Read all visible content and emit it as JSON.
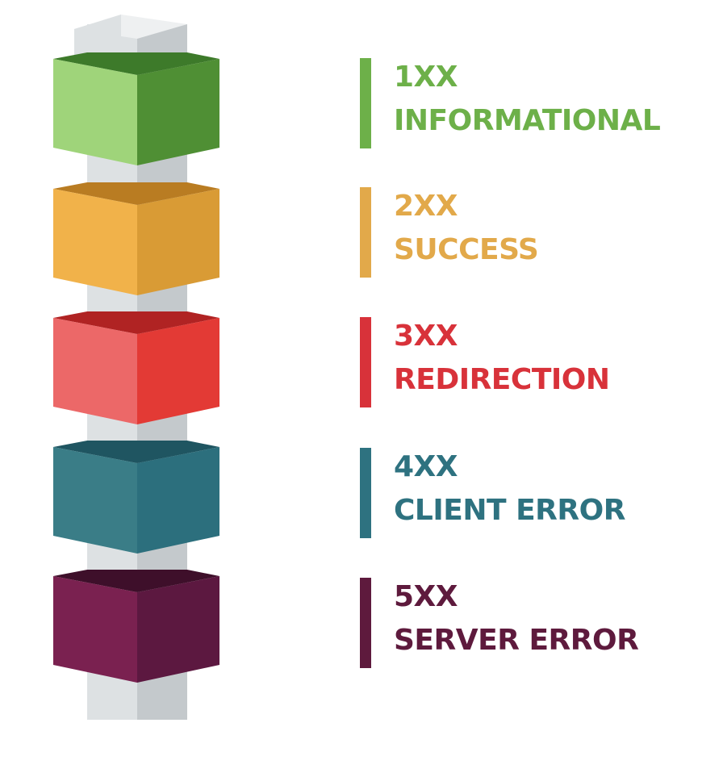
{
  "categories": [
    {
      "code": "1XX",
      "label": "INFORMATIONAL",
      "color": "#6db049",
      "light": "#9fd47a",
      "dark": "#4f8f34",
      "inner": "#3d7a2a"
    },
    {
      "code": "2XX",
      "label": "SUCCESS",
      "color": "#e2a94a",
      "light": "#f1b24a",
      "dark": "#d99b35",
      "inner": "#b97c22"
    },
    {
      "code": "3XX",
      "label": "REDIRECTION",
      "color": "#d8323a",
      "light": "#ec6868",
      "dark": "#e33a35",
      "inner": "#b02323"
    },
    {
      "code": "4XX",
      "label": "CLIENT ERROR",
      "color": "#2e7280",
      "light": "#3a7d87",
      "dark": "#2c6f7d",
      "inner": "#1f5561"
    },
    {
      "code": "5XX",
      "label": "SERVER ERROR",
      "color": "#5e1a3d",
      "light": "#7a2150",
      "dark": "#5c1840",
      "inner": "#3e0f2a"
    }
  ],
  "pillar": {
    "front": "#dde1e3",
    "side": "#c4c9cc",
    "top": "#eef0f1"
  }
}
